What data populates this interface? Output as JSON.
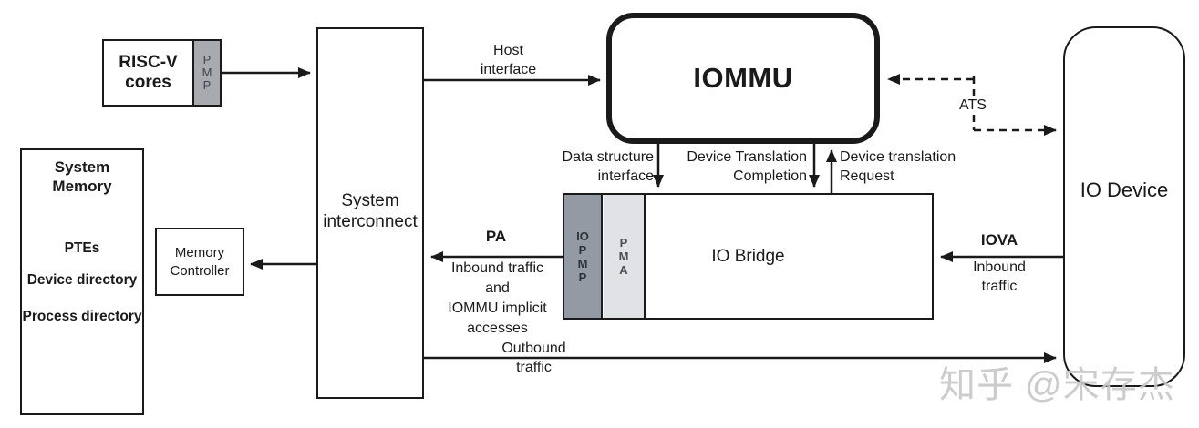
{
  "colors": {
    "line": "#1a1a1a",
    "pmp_gray": "#a7aaaf",
    "iopmp_gray": "#949aa4",
    "pma_gray": "#e0e2e5"
  },
  "boxes": {
    "riscv_cores": {
      "label": "RISC-V\ncores",
      "pmp": "P\nM\nP"
    },
    "system_memory": {
      "title": "System\nMemory",
      "items": [
        "PTEs",
        "Device directory",
        "Process directory"
      ]
    },
    "memory_controller": {
      "label": "Memory\nController"
    },
    "system_interconnect": {
      "label": "System\ninterconnect"
    },
    "iommu": {
      "label": "IOMMU"
    },
    "io_bridge": {
      "label": "IO Bridge",
      "iopmp": "IO\nP\nM\nP",
      "pma": "P\nM\nA"
    },
    "io_device": {
      "label": "IO Device"
    }
  },
  "connections": {
    "host_interface": "Host\ninterface",
    "data_structure_interface": "Data structure\ninterface",
    "device_translation_completion": "Device Translation\nCompletion",
    "device_translation_request": "Device translation\nRequest",
    "ats": "ATS",
    "pa": "PA",
    "pa_description": "Inbound traffic\nand\nIOMMU implicit\naccesses",
    "iova": "IOVA",
    "iova_description": "Inbound\ntraffic",
    "outbound": "Outbound\ntraffic"
  },
  "watermark": "知乎 @宋存杰"
}
